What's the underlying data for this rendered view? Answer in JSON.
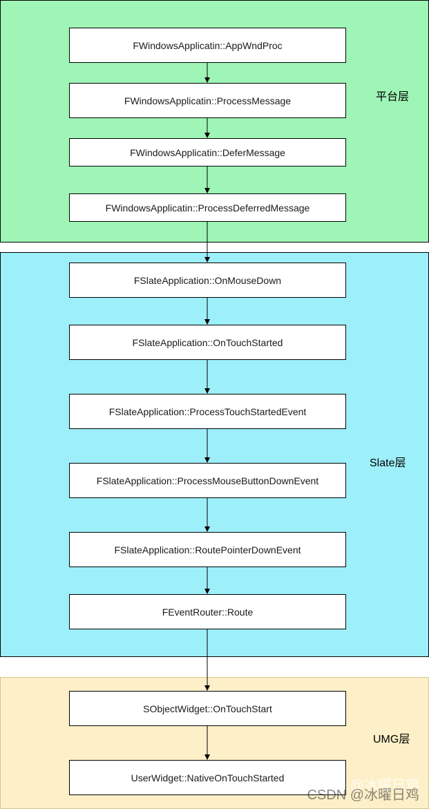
{
  "layers": {
    "platform": {
      "label": "平台层",
      "fill": "#9ef5b6"
    },
    "slate": {
      "label": "Slate层",
      "fill": "#9deffa"
    },
    "umg": {
      "label": "UMG层",
      "fill": "#fdf0c8"
    }
  },
  "nodes": [
    "FWindowsApplicatin::AppWndProc",
    "FWindowsApplicatin::ProcessMessage",
    "FWindowsApplicatin::DeferMessage",
    "FWindowsApplicatin::ProcessDeferredMessage",
    "FSlateApplication::OnMouseDown",
    "FSlateApplication::OnTouchStarted",
    "FSlateApplication::ProcessTouchStartedEvent",
    "FSlateApplication::ProcessMouseButtonDownEvent",
    "FSlateApplication::RoutePointerDownEvent",
    "FEventRouter::Route",
    "SObjectWidget::OnTouchStart",
    "UserWidget::NativeOnTouchStarted"
  ],
  "watermark": {
    "line1": "知乎 @冰曜日鸡",
    "line2": "CSDN @冰曜日鸡"
  }
}
